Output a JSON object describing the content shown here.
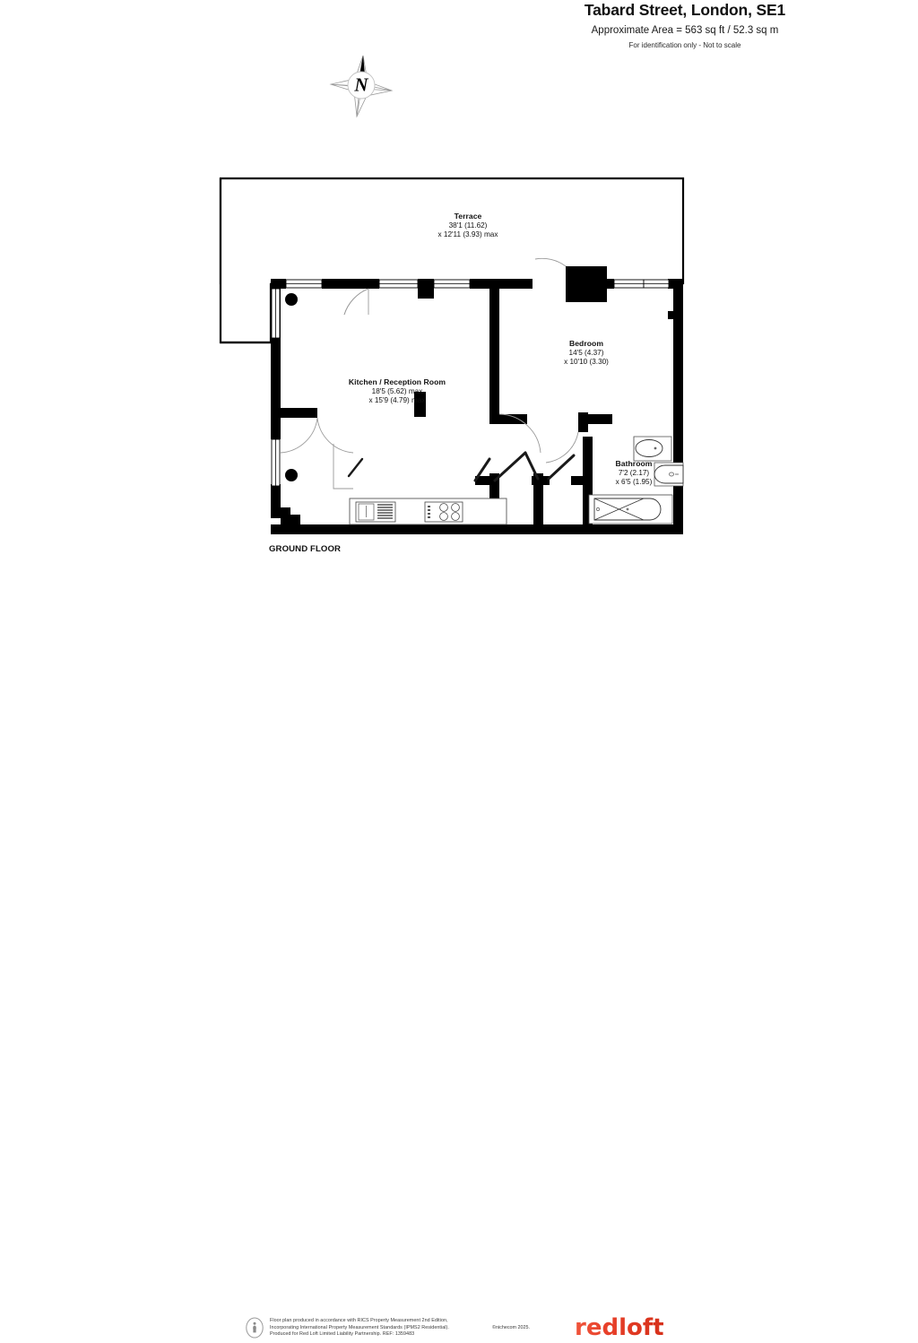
{
  "header": {
    "title": "Tabard Street, London, SE1",
    "area": "Approximate Area = 563 sq ft / 52.3 sq m",
    "disclaimer": "For identification only - Not to scale"
  },
  "compass": {
    "label": "N",
    "name": "compass-rose"
  },
  "plan": {
    "floor_label": "GROUND FLOOR",
    "rooms": [
      {
        "key": "terrace",
        "name": "Terrace",
        "dim_line1": "38'1 (11.62)",
        "dim_line2": "x 12'11 (3.93) max"
      },
      {
        "key": "bedroom",
        "name": "Bedroom",
        "dim_line1": "14'5 (4.37)",
        "dim_line2": "x 10'10 (3.30)"
      },
      {
        "key": "kitchen",
        "name": "Kitchen / Reception Room",
        "dim_line1": "18'5 (5.62) max",
        "dim_line2": "x 15'9 (4.79) max"
      },
      {
        "key": "bathroom",
        "name": "Bathroom",
        "dim_line1": "7'2 (2.17)",
        "dim_line2": "x 6'5 (1.95)"
      }
    ],
    "fixtures": [
      "kitchen-sink",
      "kitchen-hob",
      "bathroom-toilet",
      "bathroom-basin",
      "bathroom-bathtub"
    ],
    "colors": {
      "wall": "#000000",
      "background": "#ffffff",
      "fixture_outline": "#333333",
      "door_swing": "#8a8a8a"
    }
  },
  "footer": {
    "line1": "Floor plan produced in accordance with RICS Property Measurement 2nd Edition,",
    "line2": "Incorporating International Property Measurement Standards (IPMS2 Residential).",
    "line3": "Produced for Red Loft Limited Liability Partnership.   REF: 1359483",
    "copyright": "©nichecom 2025.",
    "brand": "redloft",
    "brand_color": "#e8412a"
  }
}
